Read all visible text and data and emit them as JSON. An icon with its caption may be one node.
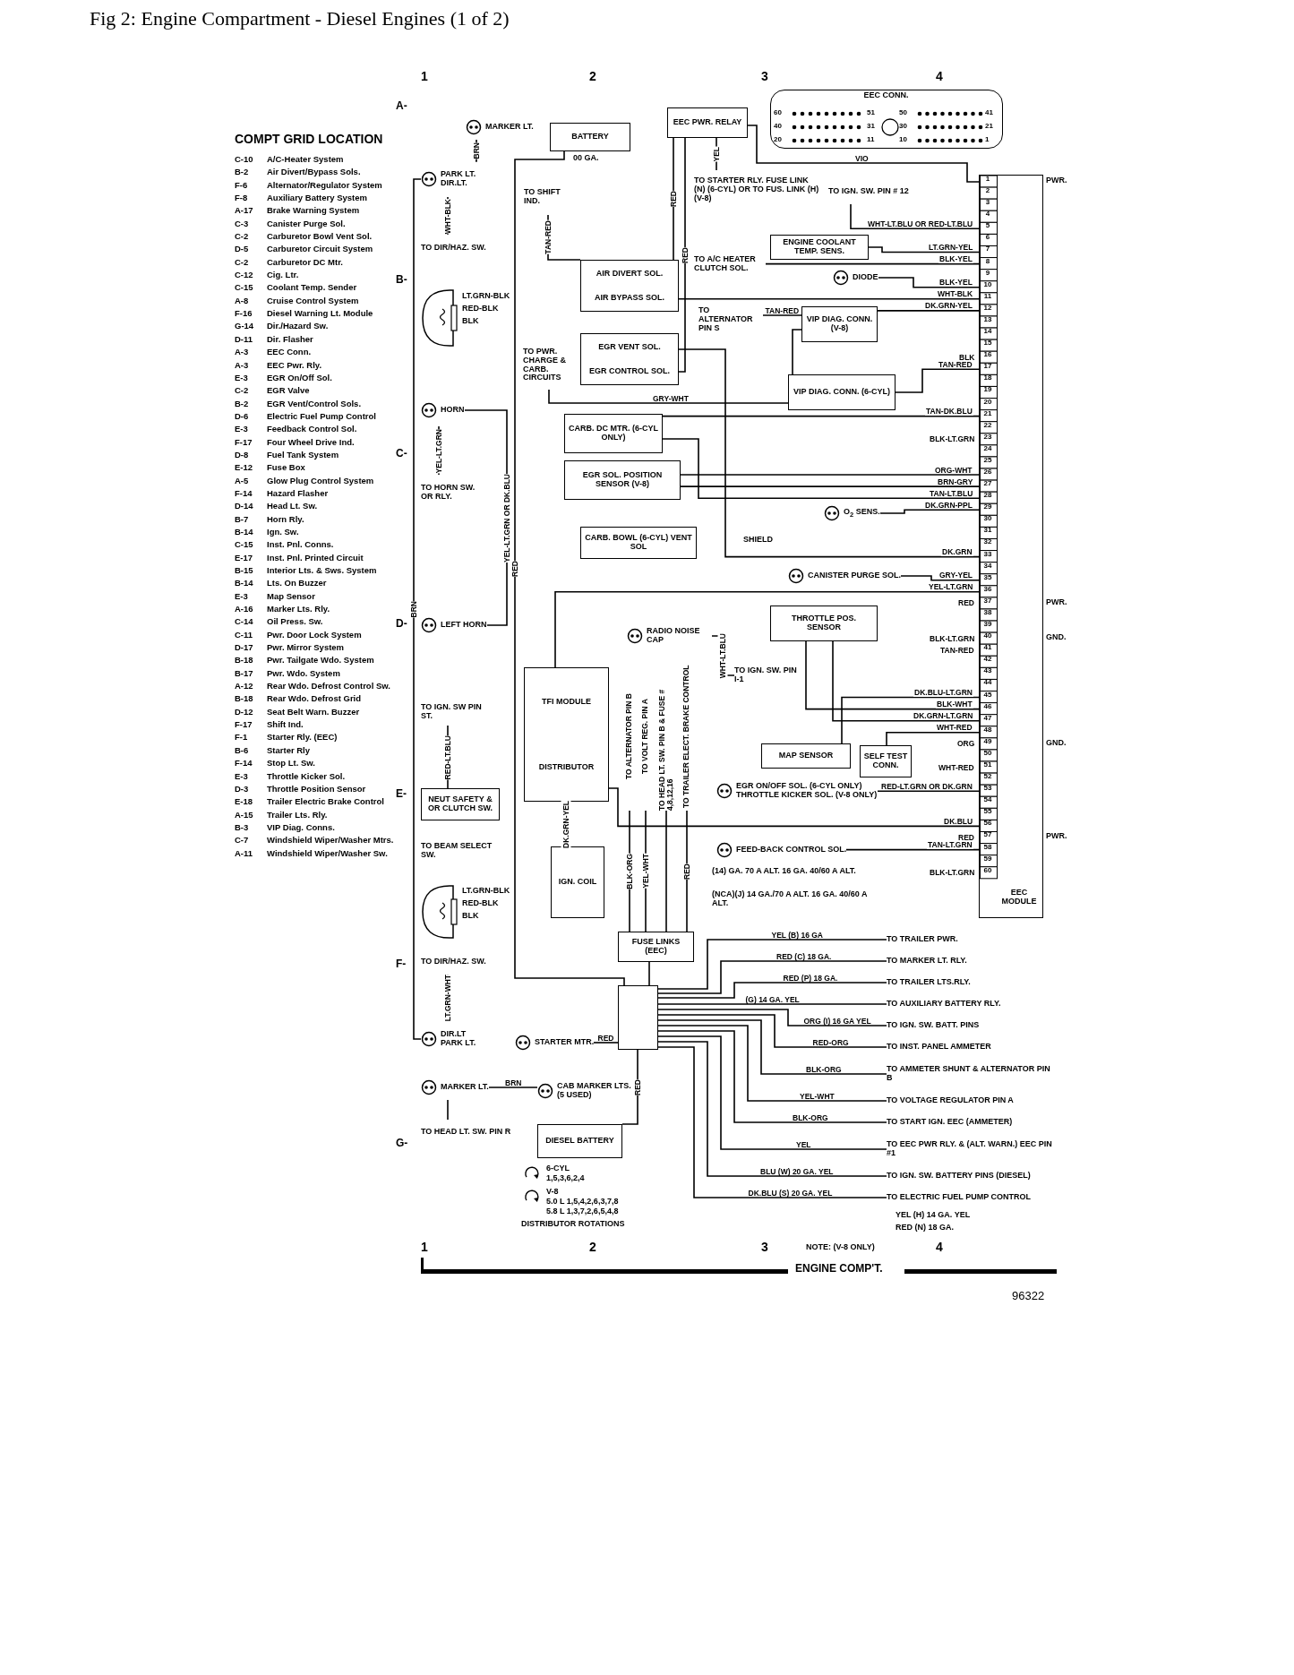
{
  "diagram": {
    "title": "Fig 2: Engine Compartment - Diesel Engines (1 of 2)",
    "nodes": [
      {
        "text": [
          "MARKER LT."
        ]
      },
      {
        "text": [
          "PARK LT.",
          "DIR.LT."
        ]
      },
      {
        "text": [
          "BATTERY"
        ]
      },
      {
        "text": [
          "EEC PWR. RELAY"
        ]
      },
      {
        "text": [
          "EEC CONN."
        ]
      },
      {
        "text": [
          "EEC MODULE"
        ]
      },
      {
        "text": [],
        "shape": "picture"
      },
      {
        "text": [
          "HORN"
        ]
      },
      {
        "text": [
          "LEFT HORN"
        ]
      },
      {
        "text": [
          "AIR DIVERT SOL.",
          "AIR BYPASS SOL."
        ]
      },
      {
        "text": [
          "EGR VENT SOL.",
          "EGR CONTROL SOL."
        ]
      },
      {
        "text": [
          "CARB. DC MTR. (6-CYL ONLY)"
        ]
      },
      {
        "text": [
          "EGR SOL. POSITION SENSOR (V-8)"
        ]
      },
      {
        "text": [
          "CARB. BOWL (6-CYL) VENT SOL"
        ]
      },
      {
        "text": [
          "TFI MODULE",
          "DISTRIBUTOR"
        ]
      },
      {
        "text": [
          "RADIO NOISE CAP"
        ]
      },
      {
        "text": [
          "IGN. COIL"
        ]
      },
      {
        "text": [
          "STARTER MTR."
        ]
      },
      {
        "text": [],
        "shape": "box"
      },
      {
        "text": [
          "DIESEL BATTERY"
        ]
      },
      {
        "text": [
          "NEUT SAFETY & OR CLUTCH SW."
        ]
      },
      {
        "text": [],
        "shape": "picture"
      },
      {
        "text": [
          "DIR.LT",
          "PARK LT."
        ]
      },
      {
        "text": [
          "MARKER LT."
        ]
      },
      {
        "text": [
          "CAB MARKER LTS. (5 USED)"
        ]
      },
      {
        "text": [
          "FUSE LINKS (EEC)"
        ]
      },
      {
        "text": [
          "ENGINE COOLANT TEMP. SENS."
        ]
      },
      {
        "text": [
          "DIODE"
        ]
      },
      {
        "text": [
          "VIP DIAG. CONN. (V-8)"
        ]
      },
      {
        "text": [
          "VIP DIAG. CONN. (6-CYL)"
        ]
      },
      {
        "text": [
          "O$_{2}$ SENS."
        ]
      },
      {
        "text": [
          "CANISTER PURGE SOL."
        ]
      },
      {
        "text": [
          "THROTTLE POS. SENSOR"
        ]
      },
      {
        "text": [
          "MAP SENSOR"
        ]
      },
      {
        "text": [
          "SELF TEST CONN."
        ]
      },
      {
        "text": [
          "EGR ON/OFF SOL. (6-CYL ONLY) THROTTLE KICKER SOL. (V-8 ONLY)"
        ]
      },
      {
        "text": [
          "FEED-BACK CONTROL SOL."
        ]
      },
      {
        "text": [
          "TO DIR/HAZ. SW."
        ]
      },
      {
        "text": [
          "TO STARTER RLY. FUSE LINK (N) (6-CYL) OR TO FUS. LINK (H) (V-8)"
        ]
      },
      {
        "text": [
          "TO IGN. SW. PIN # 12"
        ]
      },
      {
        "text": [
          "TO A/C HEATER CLUTCH SOL."
        ]
      },
      {
        "text": [
          "TO SHIFT IND."
        ]
      },
      {
        "text": [
          "TO PWR. CHARGE & CARB. CIRCUITS"
        ]
      },
      {
        "text": [
          "TO ALTERNATOR PIN S"
        ]
      },
      {
        "text": [
          "TO HORN SW. OR RLY."
        ]
      },
      {
        "text": [
          "TO IGN. SW. PIN I-1"
        ]
      },
      {
        "text": [
          "TO IGN. SW PIN ST."
        ]
      },
      {
        "text": [
          "TO BEAM SELECT SW."
        ]
      },
      {
        "text": [
          "TO DIR/HAZ. SW."
        ]
      },
      {
        "text": [
          "TO HEAD LT. SW. PIN R"
        ]
      },
      {
        "text": [
          "TO AUXILIARY BATTERY RLY."
        ]
      },
      {
        "text": [
          "TO TRAILER PWR."
        ]
      },
      {
        "text": [
          "TO MARKER LT. RLY."
        ]
      },
      {
        "text": [
          "TO TRAILER LTS.RLY."
        ]
      },
      {
        "text": [
          "TO INST. PANEL AMMETER"
        ]
      },
      {
        "text": [
          "TO AMMETER SHUNT & ALTERNATOR PIN B"
        ]
      },
      {
        "text": [
          "TO VOLTAGE REGULATOR PIN A"
        ]
      },
      {
        "text": [
          "TO START IGN. EEC (AMMETER)"
        ]
      },
      {
        "text": [
          "TO EEC PWR RLY. & (ALT. WARN.) EEC PIN #1"
        ]
      },
      {
        "text": [
          "TO ELECTRIC FUEL PUMP CONTROL"
        ]
      },
      {
        "text": [
          "TO IGN. SW. BATT. PINS"
        ]
      },
      {
        "text": [
          "TO IGN. SW. BATTERY PINS (DIESEL)"
        ]
      },
      {
        "text": [
          "TO ALTERNATOR PIN B"
        ]
      },
      {
        "text": [
          "TO VOLT REG. PIN A"
        ]
      },
      {
        "text": [
          "TO HEAD LT. SW. PIN B & FUSE # 4,8,12,16"
        ]
      },
      {
        "text": [
          "TO TRAILER ELECT. BRAKE CONTROL"
        ]
      }
    ],
    "edges": [
      {
        "from": 0,
        "to": 1,
        "arrow": "none",
        "label": "BRN"
      },
      {
        "from": 1,
        "to": 37,
        "arrow": "none",
        "label": "WHT-BLK"
      },
      {
        "from": 1,
        "to": 22,
        "arrow": "none",
        "label": "BRN"
      },
      {
        "from": 2,
        "to": 18,
        "arrow": "none",
        "label": "RED"
      },
      {
        "from": 3,
        "to": 38,
        "arrow": "none",
        "label": "YEL"
      },
      {
        "from": 3,
        "to": 5,
        "arrow": "none",
        "label": "VIO"
      },
      {
        "from": 3,
        "to": 9,
        "arrow": "none",
        "label": "RED"
      },
      {
        "from": 3,
        "to": 10,
        "arrow": "none",
        "label": "RED"
      },
      {
        "from": 39,
        "to": 5,
        "arrow": "none",
        "label": "WHT-LT.BLU OR RED-LT.BLU"
      },
      {
        "from": 26,
        "to": 5,
        "arrow": "none",
        "label": "LT.GRN-YEL"
      },
      {
        "from": 40,
        "to": 5,
        "arrow": "none",
        "label": "BLK-YEL"
      },
      {
        "from": 27,
        "to": 5,
        "arrow": "none",
        "label": "BLK-YEL"
      },
      {
        "from": 9,
        "to": 5,
        "arrow": "none",
        "label": "WHT-BLK"
      },
      {
        "from": 9,
        "to": 41,
        "arrow": "none",
        "label": "TAN-RED"
      },
      {
        "from": 28,
        "to": 5,
        "arrow": "none",
        "label": "DK.GRN-YEL"
      },
      {
        "from": 28,
        "to": 43,
        "arrow": "none",
        "label": "TAN-RED"
      },
      {
        "from": 42,
        "to": 28,
        "arrow": "none",
        "label": "GRY-WHT"
      },
      {
        "from": 29,
        "to": 5,
        "arrow": "none",
        "label": "TAN-RED"
      },
      {
        "from": 11,
        "to": 5,
        "arrow": "none",
        "label": "TAN-DK.BLU"
      },
      {
        "from": 11,
        "to": 5,
        "arrow": "none",
        "label": "TAN-LT.BLU"
      },
      {
        "from": 12,
        "to": 5,
        "arrow": "none",
        "label": "ORG-WHT"
      },
      {
        "from": 12,
        "to": 5,
        "arrow": "none",
        "label": "BRN-GRY"
      },
      {
        "from": 10,
        "to": 5,
        "arrow": "none",
        "label": "DK.GRN"
      },
      {
        "from": 30,
        "to": 5,
        "arrow": "none",
        "label": "DK.GRN-PPL"
      },
      {
        "from": 31,
        "to": 5,
        "arrow": "none",
        "label": "GRY-YEL"
      },
      {
        "from": 14,
        "to": 5,
        "arrow": "none",
        "label": "YEL-LT.GRN"
      },
      {
        "from": 14,
        "to": 5,
        "arrow": "none",
        "label": "DK.BLU"
      },
      {
        "from": 14,
        "to": 16,
        "arrow": "none",
        "label": "DK.GRN-YEL"
      },
      {
        "from": 32,
        "to": 5,
        "arrow": "none",
        "label": "BLK-WHT"
      },
      {
        "from": 32,
        "to": 5,
        "arrow": "none",
        "label": "DK.GRN-LT.GRN"
      },
      {
        "from": 33,
        "to": 5,
        "arrow": "none",
        "label": "DK.BLU-LT.GRN"
      },
      {
        "from": 34,
        "to": 5,
        "arrow": "none",
        "label": "WHT-RED"
      },
      {
        "from": 35,
        "to": 5,
        "arrow": "none",
        "label": "RED-LT.GRN OR DK.GRN"
      },
      {
        "from": 36,
        "to": 5,
        "arrow": "none",
        "label": "TAN-LT.GRN"
      },
      {
        "from": 15,
        "to": 45,
        "arrow": "none",
        "label": "WHT-LT.BLU"
      },
      {
        "from": 7,
        "to": 44,
        "arrow": "none",
        "label": "YEL-LT.GRN"
      },
      {
        "from": 7,
        "to": 8,
        "arrow": "none",
        "label": "YEL-LT.GRN OR DK.BLU"
      },
      {
        "from": 20,
        "to": 46,
        "arrow": "none",
        "label": "RED-LT.BLU"
      },
      {
        "from": 22,
        "to": 48,
        "arrow": "none",
        "label": "LT.GRN-WHT"
      },
      {
        "from": 23,
        "to": 24,
        "arrow": "none",
        "label": "BRN"
      },
      {
        "from": 23,
        "to": 49,
        "arrow": "none"
      },
      {
        "from": 17,
        "to": 18,
        "arrow": "none",
        "label": "RED"
      },
      {
        "from": 19,
        "to": 18,
        "arrow": "none",
        "label": "RED"
      },
      {
        "from": 18,
        "to": 25,
        "arrow": "none"
      },
      {
        "from": 25,
        "to": 62,
        "arrow": "none",
        "label": "BLK-ORG"
      },
      {
        "from": 25,
        "to": 63,
        "arrow": "none",
        "label": "YEL-WHT"
      },
      {
        "from": 25,
        "to": 64,
        "arrow": "none"
      },
      {
        "from": 25,
        "to": 65,
        "arrow": "none",
        "label": "RED"
      },
      {
        "from": 18,
        "to": 51,
        "arrow": "none",
        "label": "YEL (B) 16 GA"
      },
      {
        "from": 18,
        "to": 52,
        "arrow": "none",
        "label": "RED (C) 18 GA."
      },
      {
        "from": 18,
        "to": 53,
        "arrow": "none",
        "label": "RED (P) 18 GA."
      },
      {
        "from": 18,
        "to": 50,
        "arrow": "none",
        "label": "(G) 14 GA. YEL"
      },
      {
        "from": 18,
        "to": 60,
        "arrow": "none",
        "label": "ORG (I) 16 GA YEL"
      },
      {
        "from": 18,
        "to": 54,
        "arrow": "none",
        "label": "RED-ORG"
      },
      {
        "from": 18,
        "to": 55,
        "arrow": "none",
        "label": "BLK-ORG"
      },
      {
        "from": 18,
        "to": 56,
        "arrow": "none",
        "label": "YEL-WHT"
      },
      {
        "from": 18,
        "to": 57,
        "arrow": "none",
        "label": "BLK-ORG"
      },
      {
        "from": 18,
        "to": 58,
        "arrow": "none",
        "label": "YEL"
      },
      {
        "from": 18,
        "to": 61,
        "arrow": "none",
        "label": "BLU (W) 20 GA. YEL"
      },
      {
        "from": 18,
        "to": 59,
        "arrow": "none",
        "label": "DK.BLU (S) 20 GA. YEL"
      }
    ],
    "labels": [
      "COMPT GRID LOCATION",
      "C-10",
      "A/C-Heater System",
      "B-2",
      "Air Divert/Bypass Sols.",
      "F-6",
      "Alternator/Regulator System",
      "F-8",
      "Auxiliary Battery System",
      "A-17",
      "Brake Warning System",
      "C-3",
      "Canister Purge Sol.",
      "C-2",
      "Carburetor Bowl Vent Sol.",
      "D-5",
      "Carburetor Circuit System",
      "C-2",
      "Carburetor DC Mtr.",
      "C-12",
      "Cig. Ltr.",
      "C-15",
      "Coolant Temp. Sender",
      "A-8",
      "Cruise Control System",
      "F-16",
      "Diesel Warning Lt. Module",
      "G-14",
      "Dir./Hazard Sw.",
      "D-11",
      "Dir. Flasher",
      "A-3",
      "EEC Conn.",
      "A-3",
      "EEC Pwr. Rly.",
      "E-3",
      "EGR On/Off Sol.",
      "C-2",
      "EGR Valve",
      "B-2",
      "EGR Vent/Control Sols.",
      "D-6",
      "Electric Fuel Pump Control",
      "E-3",
      "Feedback Control Sol.",
      "F-17",
      "Four Wheel Drive Ind.",
      "D-8",
      "Fuel Tank System",
      "E-12",
      "Fuse Box",
      "A-5",
      "Glow Plug Control System",
      "F-14",
      "Hazard Flasher",
      "D-14",
      "Head Lt. Sw.",
      "B-7",
      "Horn Rly.",
      "B-14",
      "Ign. Sw.",
      "C-15",
      "Inst. Pnl. Conns.",
      "E-17",
      "Inst. Pnl. Printed Circuit",
      "B-15",
      "Interior Lts. & Sws. System",
      "B-14",
      "Lts. On Buzzer",
      "E-3",
      "Map Sensor",
      "A-16",
      "Marker Lts. Rly.",
      "C-14",
      "Oil Press. Sw.",
      "C-11",
      "Pwr. Door Lock System",
      "D-17",
      "Pwr. Mirror System",
      "B-18",
      "Pwr. Tailgate Wdo. System",
      "B-17",
      "Pwr. Wdo. System",
      "A-12",
      "Rear Wdo. Defrost Control Sw.",
      "B-18",
      "Rear Wdo. Defrost Grid",
      "D-12",
      "Seat Belt Warn. Buzzer",
      "F-17",
      "Shift Ind.",
      "F-1",
      "Starter Rly. (EEC)",
      "B-6",
      "Starter Rly",
      "F-14",
      "Stop Lt. Sw.",
      "E-3",
      "Throttle Kicker Sol.",
      "D-3",
      "Throttle Position Sensor",
      "E-18",
      "Trailer Electric Brake Control",
      "A-15",
      "Trailer Lts. Rly.",
      "B-3",
      "VIP Diag. Conns.",
      "C-7",
      "Windshield Wiper/Washer Mtrs.",
      "A-11",
      "Windshield Wiper/Washer Sw.",
      "1",
      "2",
      "3",
      "4",
      "A-",
      "B-",
      "C-",
      "D-",
      "E-",
      "F-",
      "G-",
      "60",
      "51",
      "50",
      "41",
      "40",
      "31",
      "30",
      "21",
      "20",
      "11",
      "10",
      "1",
      "1",
      "2",
      "3",
      "4",
      "5",
      "6",
      "7",
      "8",
      "9",
      "10",
      "11",
      "12",
      "13",
      "14",
      "15",
      "16",
      "17",
      "18",
      "19",
      "20",
      "21",
      "22",
      "23",
      "24",
      "25",
      "26",
      "27",
      "28",
      "29",
      "30",
      "31",
      "32",
      "33",
      "34",
      "35",
      "36",
      "37",
      "38",
      "39",
      "40",
      "41",
      "42",
      "43",
      "44",
      "45",
      "46",
      "47",
      "48",
      "49",
      "50",
      "51",
      "52",
      "53",
      "54",
      "55",
      "56",
      "57",
      "58",
      "59",
      "60",
      "PWR.",
      "PWR.",
      "GND.",
      "GND.",
      "PWR.",
      "BLK",
      "BLK-LT.GRN",
      "RED",
      "BLK-LT.GRN",
      "TAN-RED",
      "ORG",
      "WHT-RED",
      "RED",
      "BLK-LT.GRN",
      "00 GA.",
      "LT.GRN-BLK",
      "RED-BLK",
      "BLK",
      "LT.GRN-BLK",
      "RED-BLK",
      "BLK",
      "SHIELD",
      "6-CYL",
      "1,5,3,6,2,4",
      "V-8",
      "5.0 L 1,5,4,2,6,3,7,8",
      "5.8 L 1,3,7,2,6,5,4,8",
      "DISTRIBUTOR ROTATIONS",
      "(14) GA. 70 A ALT. 16 GA. 40/60 A ALT.",
      "(NCA)(J) 14 GA./70 A ALT. 16 GA. 40/60 A ALT.",
      "YEL (H) 14 GA. YEL",
      "RED (N) 18 GA.",
      "1",
      "2",
      "3",
      "NOTE: (V-8 ONLY)",
      "4",
      "ENGINE COMP'T.",
      "96322"
    ]
  }
}
